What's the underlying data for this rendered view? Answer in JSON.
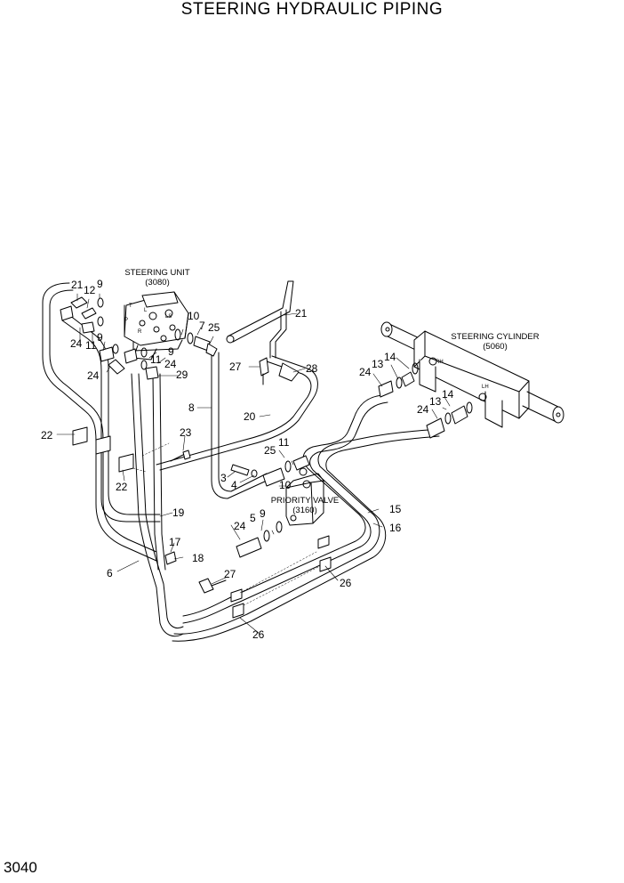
{
  "title": "STEERING HYDRAULIC PIPING",
  "page_number": "3040",
  "assemblies": {
    "steering_unit": {
      "name": "STEERING UNIT",
      "ref": "(3080)"
    },
    "steering_cylinder": {
      "name": "STEERING CYLINDER",
      "ref": "(5060)"
    },
    "priority_valve": {
      "name": "PRIORITY VALVE",
      "ref": "(3160)"
    }
  },
  "port_marks": {
    "t": "T",
    "l": "L",
    "p": "P",
    "r": "R",
    "ls": "LS",
    "rh": "RH",
    "lh": "LH"
  },
  "callouts": {
    "c21a": "21",
    "c12": "12",
    "c9a": "9",
    "c9b": "9",
    "c24a": "24",
    "c11a": "11",
    "c24b": "24",
    "c11b": "11",
    "c9c": "9",
    "c24c": "24",
    "c29": "29",
    "c10a": "10",
    "c7": "7",
    "c25a": "25",
    "c21b": "21",
    "c27a": "27",
    "c28": "28",
    "c8": "8",
    "c20": "20",
    "c22a": "22",
    "c22b": "22",
    "c23": "23",
    "c19": "19",
    "c3": "3",
    "c4": "4",
    "c25b": "25",
    "c11c": "11",
    "c10b": "10",
    "c24d": "24",
    "c5": "5",
    "c9d": "9",
    "c17": "17",
    "c18": "18",
    "c6": "6",
    "c27b": "27",
    "c26a": "26",
    "c26b": "26",
    "c15": "15",
    "c16": "16",
    "c24e": "24",
    "c13a": "13",
    "c14a": "14",
    "c24f": "24",
    "c13b": "13",
    "c14b": "14"
  }
}
